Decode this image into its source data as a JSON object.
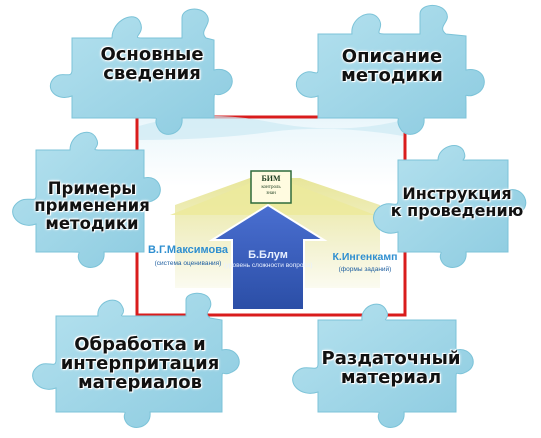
{
  "pieces": [
    {
      "lines": [
        "Основные",
        "сведения"
      ]
    },
    {
      "lines": [
        "Описание",
        "методики"
      ]
    },
    {
      "lines": [
        "Примеры",
        "применения",
        "методики"
      ]
    },
    {
      "lines": [
        "Инструкция",
        "к проведению"
      ]
    },
    {
      "lines": [
        "Обработка и",
        "интерпритация",
        "материалов"
      ]
    },
    {
      "lines": [
        "Раздаточный",
        "материал"
      ]
    }
  ],
  "center": {
    "top_box": {
      "title": "БИМ",
      "subtitle": "контроль\nзнан"
    },
    "left": {
      "name": "В.Г.Максимова",
      "note": "(система оценивания)"
    },
    "middle": {
      "name": "Б.Блум",
      "note": "(уровень сложности вопроса)"
    },
    "right": {
      "name": "К.Ингенкамп",
      "note": "(формы заданий)"
    }
  },
  "colors": {
    "puzzle": "#9fd6e6",
    "puzzle_edge": "#7cc3d8",
    "frame": "#d91c1c",
    "arrow_blue": "#3b5fbf",
    "label_blue": "#2f8fd0"
  }
}
